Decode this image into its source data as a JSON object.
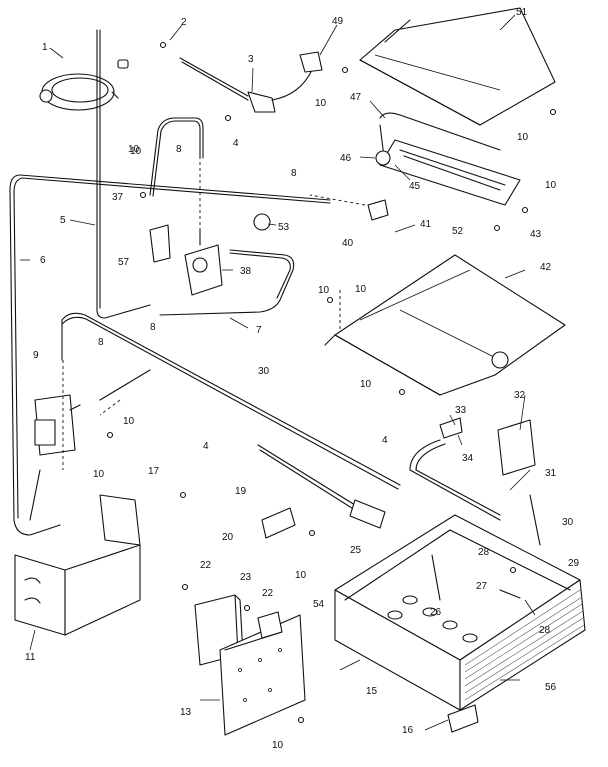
{
  "diagram": {
    "labels": [
      "1",
      "2",
      "3",
      "49",
      "51",
      "10",
      "8",
      "5",
      "37",
      "57",
      "6",
      "8",
      "53",
      "38",
      "10",
      "7",
      "9",
      "8",
      "30",
      "10",
      "10",
      "17",
      "4",
      "19",
      "11",
      "20",
      "25",
      "22",
      "23",
      "22",
      "54",
      "13",
      "10",
      "15",
      "16",
      "26",
      "27",
      "28",
      "28",
      "29",
      "30",
      "31",
      "32",
      "33",
      "34",
      "47",
      "46",
      "45",
      "40",
      "41",
      "52",
      "43",
      "10",
      "42",
      "10",
      "4",
      "56",
      "10",
      "10",
      "10",
      "10",
      "8",
      "10",
      "4"
    ]
  }
}
